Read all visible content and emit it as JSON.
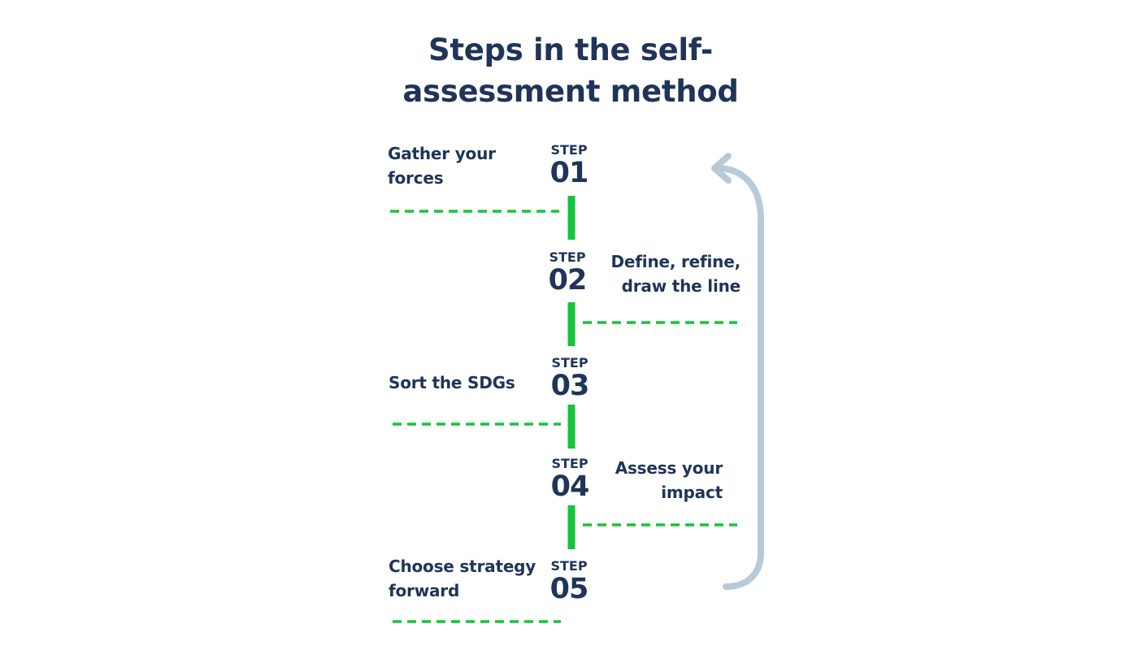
{
  "title": "Steps in the self-assessment method",
  "steps": [
    {
      "word": "STEP",
      "number": "01",
      "label_line1": "Gather your",
      "label_line2": "forces"
    },
    {
      "word": "STEP",
      "number": "02",
      "label_line1": "Define, refine,",
      "label_line2": "draw the line"
    },
    {
      "word": "STEP",
      "number": "03",
      "label_line1": "Sort the SDGs",
      "label_line2": ""
    },
    {
      "word": "STEP",
      "number": "04",
      "label_line1": "Assess your",
      "label_line2": "impact"
    },
    {
      "word": "STEP",
      "number": "05",
      "label_line1": "Choose strategy",
      "label_line2": "forward"
    }
  ],
  "colors": {
    "text": "#1f3458",
    "connector": "#16c43d",
    "loop_arrow": "#b8cad8"
  }
}
